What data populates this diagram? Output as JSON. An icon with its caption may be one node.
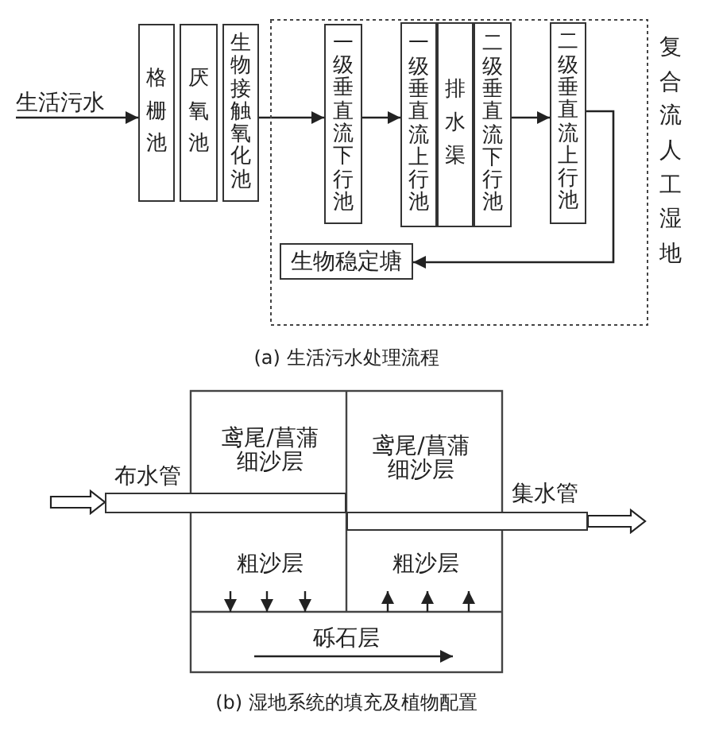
{
  "diagram": {
    "nodes": [
      {
        "text": [
          "复合流人工湿地"
        ]
      },
      {
        "text": [
          "生活污水"
        ]
      },
      {
        "text": [
          "格栅池"
        ]
      },
      {
        "text": [
          "厌氧池"
        ]
      },
      {
        "text": [
          "生物接触氧化池"
        ]
      },
      {
        "text": [
          "一级垂直流下行池"
        ],
        "in": 0
      },
      {
        "text": [
          "一级垂直流上行池"
        ],
        "in": 0
      },
      {
        "text": [
          "排水渠"
        ],
        "in": 0
      },
      {
        "text": [
          "二级垂直流下行池"
        ],
        "in": 0
      },
      {
        "text": [
          "二级垂直流上行池"
        ],
        "in": 0
      },
      {
        "text": [
          "生物稳定塘"
        ],
        "in": 0
      },
      {
        "text": [],
        "shape": "bar",
        "beside": [
          "布水管"
        ]
      },
      {
        "text": [],
        "shape": "bar",
        "beside": [
          "集水管"
        ]
      }
    ],
    "edges": [
      {
        "from": 1,
        "to": 2,
        "arrow": "to"
      },
      {
        "from": 4,
        "to": 5,
        "arrow": "to"
      },
      {
        "from": 5,
        "to": 6,
        "arrow": "to"
      },
      {
        "from": 8,
        "to": 9,
        "arrow": "to"
      },
      {
        "from": 9,
        "to": 10,
        "arrow": "to"
      },
      {
        "from": null,
        "to": 11,
        "arrow": "to",
        "style": "thick"
      },
      {
        "from": 12,
        "to": null,
        "arrow": "to",
        "style": "thick"
      }
    ],
    "labels": [
      "(a) 生活污水处理流程",
      "鸢尾/菖蒲",
      "细沙层",
      "鸢尾/菖蒲",
      "细沙层",
      "粗沙层",
      "粗沙层",
      "砾石层",
      "(b) 湿地系统的填充及植物配置"
    ]
  }
}
